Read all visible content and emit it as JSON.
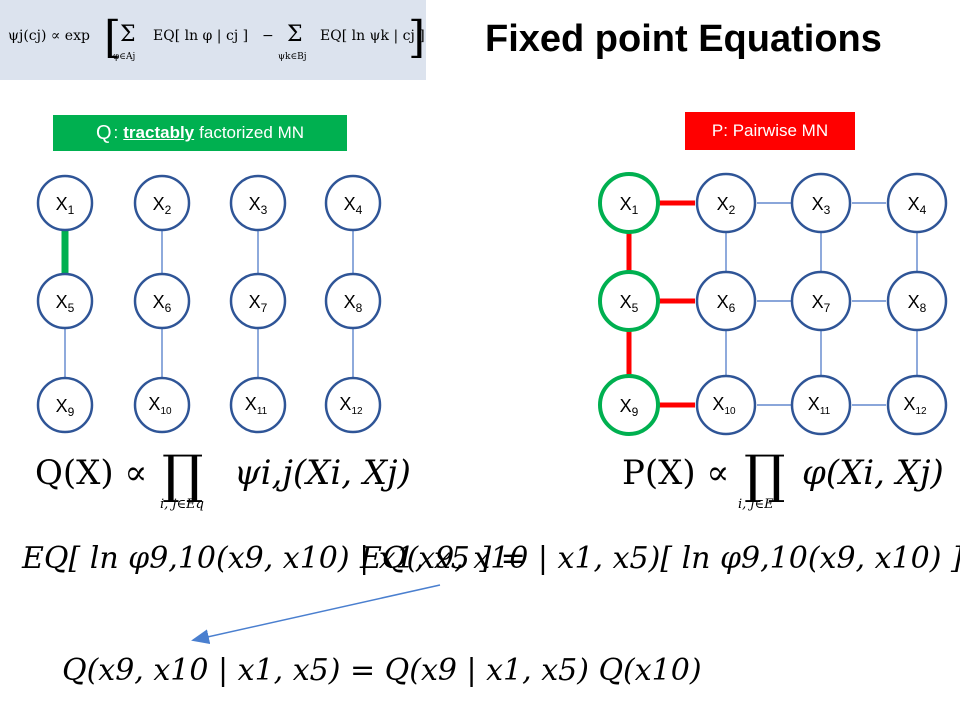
{
  "header": {
    "title": "Fixed point Equations",
    "formula": {
      "lhs": "ψj(cj) ∝ exp",
      "term1": "EQ[ ln φ | cj ]",
      "minus": "−",
      "term2": "EQ[ ln ψk | cj ]",
      "sum1": "φ∈Aj",
      "sum2": "ψk∈Bj"
    }
  },
  "left_graph": {
    "tag_prefix": "Q",
    "tag_sep": ":",
    "tag_emph": "tractably",
    "tag_rest": "factorized MN",
    "formula": {
      "lhs": "Q(X) ∝",
      "prod": "∏",
      "rhs": "ψi,j(Xi, Xj)",
      "sub": "i, j∈Eq"
    }
  },
  "right_graph": {
    "tag": "P: Pairwise MN",
    "formula": {
      "lhs": "P(X) ∝",
      "prod": "∏",
      "rhs": "φ(Xi, Xj)",
      "sub": "i, j∈E"
    }
  },
  "nodes": [
    {
      "base": "X",
      "sub": "1"
    },
    {
      "base": "X",
      "sub": "2"
    },
    {
      "base": "X",
      "sub": "3"
    },
    {
      "base": "X",
      "sub": "4"
    },
    {
      "base": "X",
      "sub": "5"
    },
    {
      "base": "X",
      "sub": "6"
    },
    {
      "base": "X",
      "sub": "7"
    },
    {
      "base": "X",
      "sub": "8"
    },
    {
      "base": "X",
      "sub": "9"
    },
    {
      "base": "X",
      "sub": "10"
    },
    {
      "base": "X",
      "sub": "11"
    },
    {
      "base": "X",
      "sub": "12"
    }
  ],
  "equations": {
    "eq1_lhs": "EQ[ ln φ9,10(x9, x10) | x1, x5 ] =",
    "eq1_rhs": "EQ(x9, x10 | x1, x5)[ ln φ9,10(x9, x10) ]",
    "eq2": "Q(x9, x10 | x1, x5) = Q(x9 | x1, x5) Q(x10)"
  },
  "colors": {
    "node_border": "#2f5597",
    "green": "#00b050",
    "red": "#ff0000",
    "edge": "#4472c4",
    "arrow": "#4a7fcf",
    "formula_box": "#dce3ee"
  }
}
